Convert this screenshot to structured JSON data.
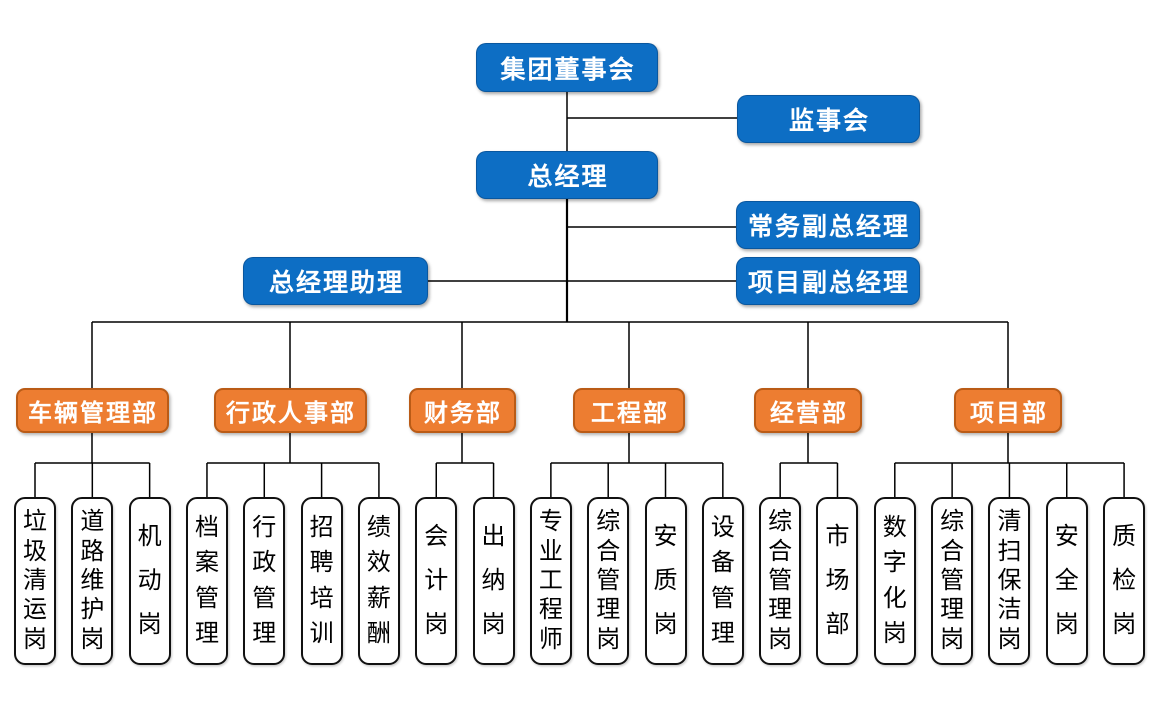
{
  "org_chart": {
    "colors": {
      "executive_fill": "#0d6ec4",
      "department_fill": "#ed7d31",
      "connector": "#000000",
      "position_fill": "#ffffff",
      "position_border": "#111111",
      "text_on_fill": "#ffffff"
    },
    "top_nodes": [
      {
        "id": "board",
        "label": "集团董事会"
      },
      {
        "id": "supervisory",
        "label": "监事会"
      },
      {
        "id": "gm",
        "label": "总经理"
      },
      {
        "id": "deputy-exec",
        "label": "常务副总经理"
      },
      {
        "id": "gm-assistant",
        "label": "总经理助理"
      },
      {
        "id": "deputy-project",
        "label": "项目副总经理"
      }
    ],
    "departments": [
      {
        "id": "vehicle",
        "label": "车辆管理部",
        "positions": [
          "垃圾清运岗",
          "道路维护岗",
          "机动岗"
        ]
      },
      {
        "id": "hr",
        "label": "行政人事部",
        "positions": [
          "档案管理",
          "行政管理",
          "招聘培训",
          "绩效薪酬"
        ]
      },
      {
        "id": "finance",
        "label": "财务部",
        "positions": [
          "会计岗",
          "出纳岗"
        ]
      },
      {
        "id": "engineering",
        "label": "工程部",
        "positions": [
          "专业工程师",
          "综合管理岗",
          "安质岗",
          "设备管理"
        ]
      },
      {
        "id": "operations",
        "label": "经营部",
        "positions": [
          "综合管理岗",
          "市场部"
        ]
      },
      {
        "id": "project",
        "label": "项目部",
        "positions": [
          "数字化岗",
          "综合管理岗",
          "清扫保洁岗",
          "安全岗",
          "质检岗"
        ]
      }
    ]
  }
}
